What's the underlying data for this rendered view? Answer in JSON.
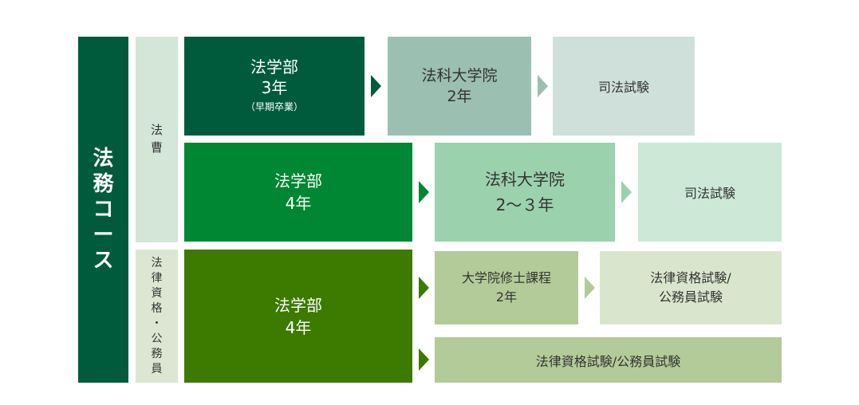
{
  "course": {
    "title_chars": [
      "法",
      "務",
      "コ",
      "ー",
      "ス"
    ],
    "color": "#005b3d"
  },
  "sections": [
    {
      "chars": [
        "法",
        "曹"
      ],
      "color": "#d3e6d8"
    },
    {
      "chars": [
        "法",
        "律",
        "資",
        "格",
        "・",
        "公",
        "務",
        "員"
      ],
      "color": "#dde6d2"
    }
  ],
  "rows": {
    "row1": {
      "school": {
        "line1": "法学部",
        "line2": "3年",
        "note": "（早期卒業）",
        "color": "#005b3d"
      },
      "grad": {
        "line1": "法科大学院",
        "line2": "2年",
        "color": "#9bbfb1"
      },
      "exam": {
        "label": "司法試験",
        "color": "#cfe0da"
      },
      "arrow1_color": "#005b3d",
      "arrow2_color": "#9bbfb1"
    },
    "row2": {
      "school": {
        "line1": "法学部",
        "line2": "4年",
        "color": "#008733"
      },
      "grad": {
        "line1": "法科大学院",
        "line2": "2～３年",
        "color": "#9bd1ad"
      },
      "exam": {
        "label": "司法試験",
        "color": "#cde8d7"
      },
      "arrow1_color": "#008733",
      "arrow2_color": "#9bd1ad"
    },
    "row3": {
      "school": {
        "line1": "法学部",
        "line2": "4年",
        "color": "#3c7a00"
      },
      "grad": {
        "line1": "大学院修士課程",
        "line2": "2年",
        "color": "#b3cb98"
      },
      "exam": {
        "line1": "法律資格試験/",
        "line2": "公務員試験",
        "color": "#dae5cd"
      },
      "direct": {
        "label": "法律資格試験/公務員試験",
        "color": "#b3cb98"
      },
      "arrow1_color": "#3c7a00",
      "arrow2_color": "#b3cb98",
      "arrow3_color": "#3c7a00"
    }
  }
}
